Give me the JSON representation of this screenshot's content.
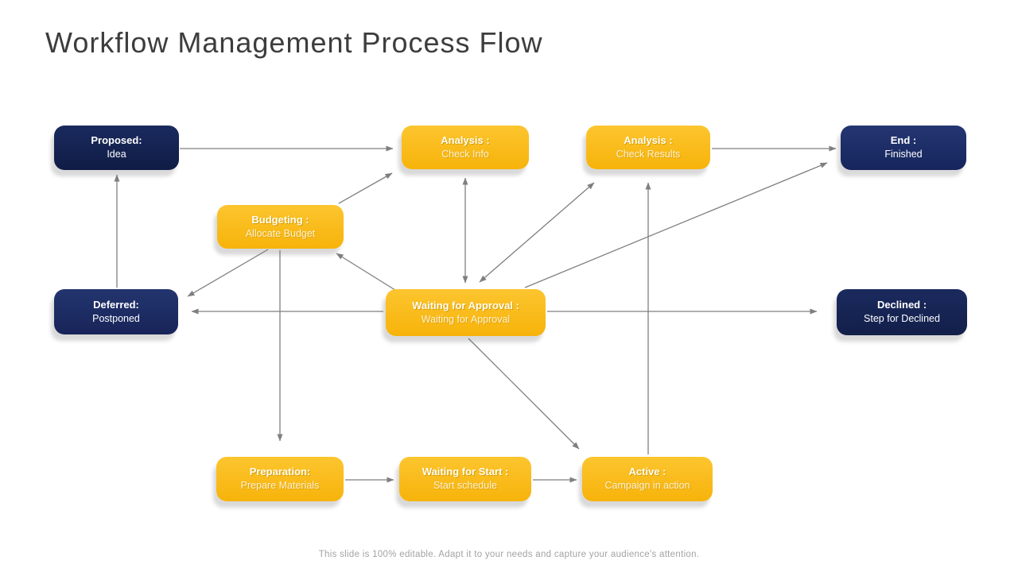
{
  "slide": {
    "title": "Workflow Management Process Flow",
    "footer": "This slide is 100% editable. Adapt it to your needs and capture your audience's attention."
  },
  "colors": {
    "navy_dark": "#121f4a",
    "navy": "#1d2e6b",
    "gold": "#f9b916",
    "arrow_gray": "#7f7f7f",
    "title_gray": "#3d3d3d",
    "footer_gray": "#a3a3a3"
  },
  "nodes": {
    "proposed": {
      "title": "Proposed:",
      "subtitle": "Idea"
    },
    "analysis_info": {
      "title": "Analysis :",
      "subtitle": "Check Info"
    },
    "analysis_results": {
      "title": "Analysis :",
      "subtitle": "Check Results"
    },
    "end": {
      "title": "End :",
      "subtitle": "Finished"
    },
    "budgeting": {
      "title": "Budgeting :",
      "subtitle": "Allocate Budget"
    },
    "deferred": {
      "title": "Deferred:",
      "subtitle": "Postponed"
    },
    "waiting_approval": {
      "title": "Waiting for Approval :",
      "subtitle": "Waiting for Approval"
    },
    "declined": {
      "title": "Declined :",
      "subtitle": "Step for Declined"
    },
    "preparation": {
      "title": "Preparation:",
      "subtitle": "Prepare Materials"
    },
    "waiting_start": {
      "title": "Waiting for Start :",
      "subtitle": "Start schedule"
    },
    "active": {
      "title": "Active :",
      "subtitle": "Campaign in action"
    }
  }
}
